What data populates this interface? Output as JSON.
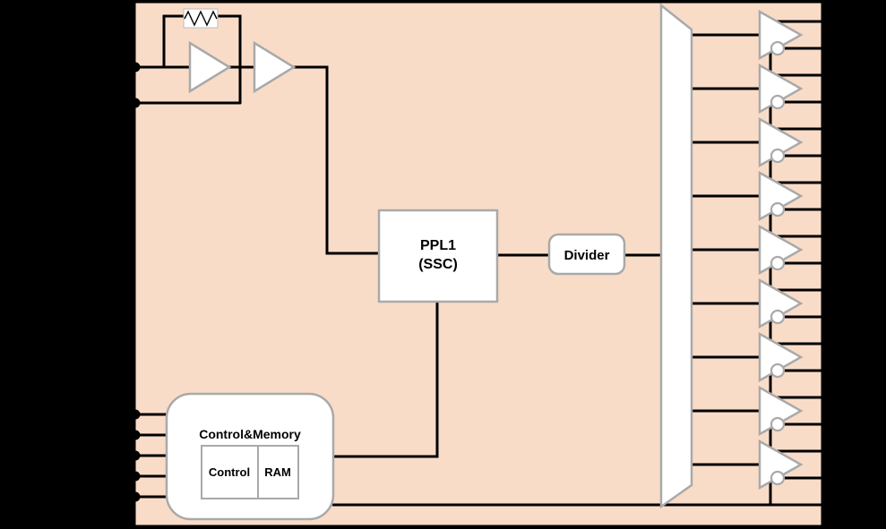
{
  "diagram": {
    "background": "#000000",
    "chip": {
      "fill": "#f9dcc8",
      "border": "#000000"
    },
    "wire_color": "#000000",
    "block_fill": "#ffffff",
    "block_border": "#a9a9a9",
    "blocks": {
      "pll": {
        "line1": "PPL1",
        "line2": "(SSC)"
      },
      "divider": {
        "label": "Divider"
      },
      "control_memory": {
        "title": "Control&Memory",
        "cell1": "Control",
        "cell2": "RAM"
      }
    },
    "oscillator": {
      "input_pin_count": 2,
      "has_feedback_resistor": true,
      "amp_count": 2
    },
    "fanout_mux": {
      "shape": "trapezoid",
      "output_count": 9
    },
    "output_buffers": {
      "count": 9,
      "outputs_per_buffer": 2,
      "has_inversion_bubble": true
    },
    "control_inputs": {
      "count": 5
    },
    "right_edge_pin_count": 19
  }
}
